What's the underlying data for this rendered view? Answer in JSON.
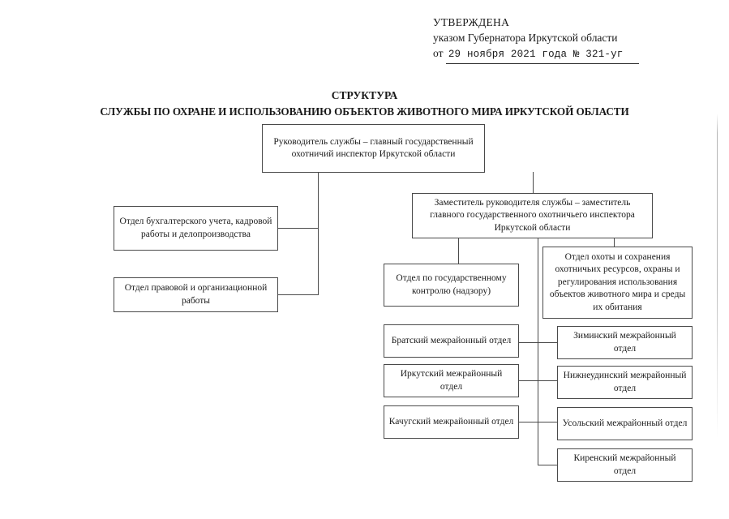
{
  "approval": {
    "line1": "УТВЕРЖДЕНА",
    "line2": "указом Губернатора Иркутской области",
    "prefix": "от",
    "date_line": "29 ноября 2021 года № 321-уг"
  },
  "title": {
    "line1": "СТРУКТУРА",
    "line2": "СЛУЖБЫ ПО ОХРАНЕ И ИСПОЛЬЗОВАНИЮ ОБЪЕКТОВ ЖИВОТНОГО МИРА ИРКУТСКОЙ ОБЛАСТИ"
  },
  "chart_data": {
    "type": "diagram",
    "orientation": "top-down",
    "nodes": {
      "head": "Руководитель службы – главный государственный охотничий инспектор Иркутской области",
      "deputy": "Заместитель руководителя службы – заместитель главного государственного охотничьего инспектора Иркутской области",
      "accounting": "Отдел бухгалтерского учета, кадровой работы и делопроизводства",
      "legal": "Отдел правовой и организационной работы",
      "state_control": "Отдел по государственному контролю (надзору)",
      "hunting": "Отдел охоты и сохранения охотничьих ресурсов, охраны и регулирования использования объектов животного мира и среды их обитания",
      "bratsk": "Братский межрайонный отдел",
      "irkutsk": "Иркутский межрайонный отдел",
      "kachug": "Качугский межрайонный отдел",
      "zima": "Зиминский межрайонный отдел",
      "nizhneudinsk": "Нижнеудинский межрайонный отдел",
      "usolye": "Усольский межрайонный отдел",
      "kirensk": "Киренский межрайонный отдел"
    },
    "edges": [
      [
        "head",
        "accounting"
      ],
      [
        "head",
        "legal"
      ],
      [
        "head",
        "deputy"
      ],
      [
        "deputy",
        "state_control"
      ],
      [
        "deputy",
        "hunting"
      ],
      [
        "deputy",
        "bratsk"
      ],
      [
        "deputy",
        "irkutsk"
      ],
      [
        "deputy",
        "kachug"
      ],
      [
        "deputy",
        "zima"
      ],
      [
        "deputy",
        "nizhneudinsk"
      ],
      [
        "deputy",
        "usolye"
      ],
      [
        "deputy",
        "kirensk"
      ]
    ]
  }
}
